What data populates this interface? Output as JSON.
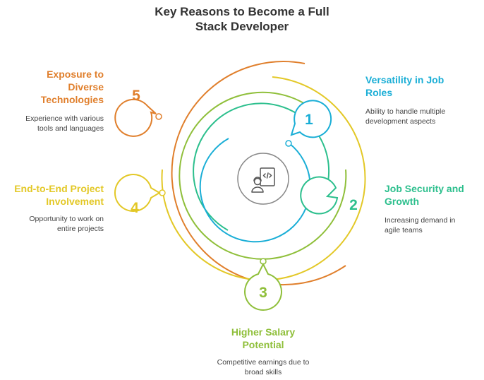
{
  "title": {
    "line1": "Key Reasons to Become a Full",
    "line2": "Stack Developer"
  },
  "colors": {
    "c1": "#1aaed6",
    "c2": "#2cbf8d",
    "c3": "#8fbf3a",
    "c4": "#e3c827",
    "c5": "#e07f2c",
    "center": "#555555"
  },
  "center": {
    "icon": "developer-code-icon"
  },
  "items": [
    {
      "number": "1",
      "title_lines": [
        "Versatility in Job",
        "Roles"
      ],
      "desc_lines": [
        "Ability to handle multiple",
        "development aspects"
      ]
    },
    {
      "number": "2",
      "title_lines": [
        "Job Security and",
        "Growth"
      ],
      "desc_lines": [
        "Increasing demand in",
        "agile teams"
      ]
    },
    {
      "number": "3",
      "title_lines": [
        "Higher Salary",
        "Potential"
      ],
      "desc_lines": [
        "Competitive earnings due to",
        "broad skills"
      ]
    },
    {
      "number": "4",
      "title_lines": [
        "End-to-End Project",
        "Involvement"
      ],
      "desc_lines": [
        "Opportunity to work on",
        "entire projects"
      ]
    },
    {
      "number": "5",
      "title_lines": [
        "Exposure to",
        "Diverse",
        "Technologies"
      ],
      "desc_lines": [
        "Experience with various",
        "tools and languages"
      ]
    }
  ]
}
